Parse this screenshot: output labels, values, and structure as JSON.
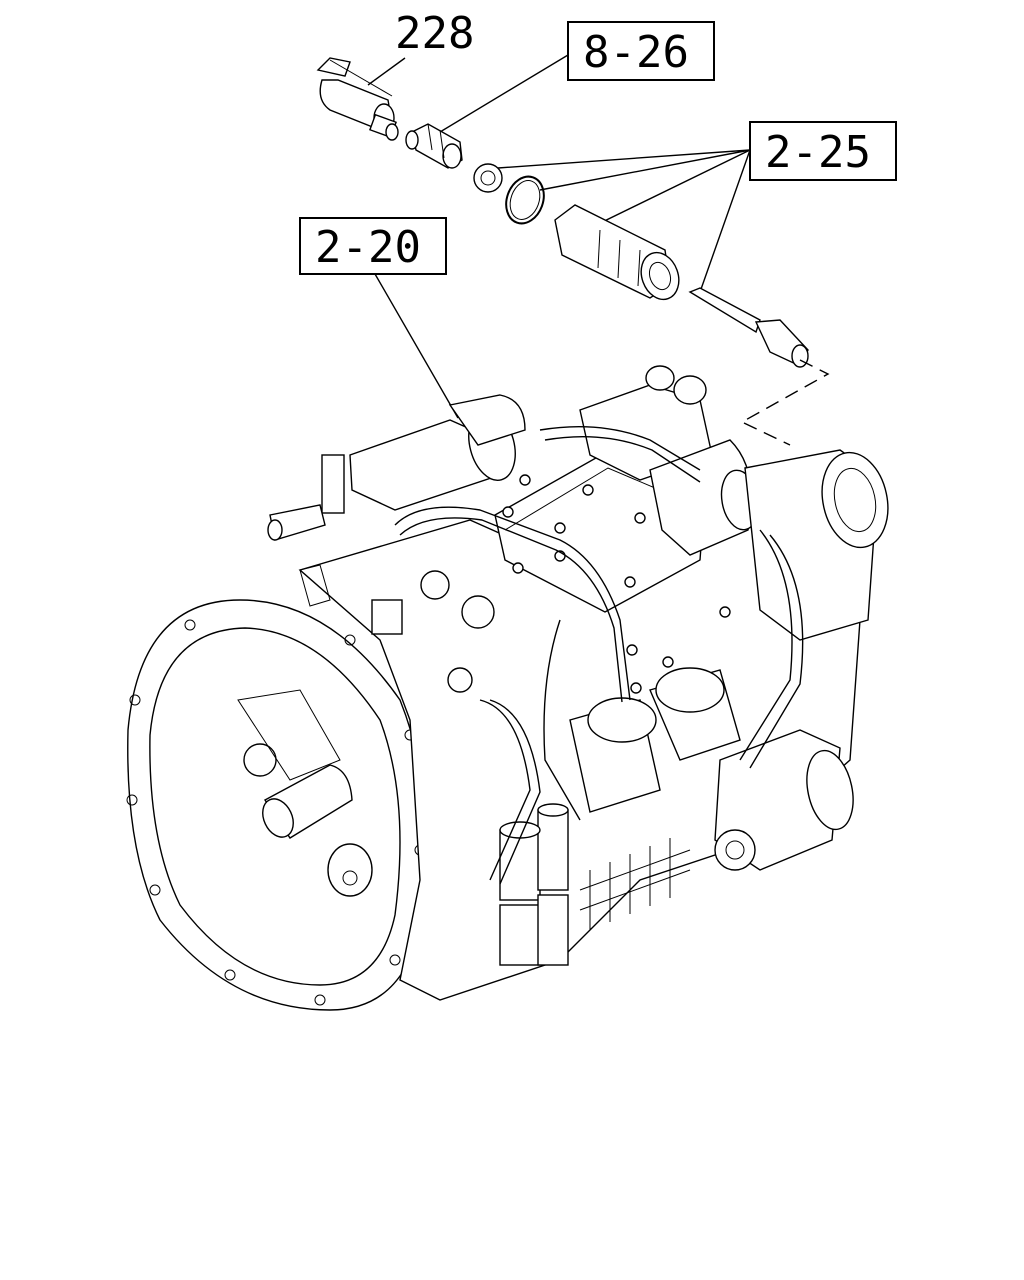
{
  "callouts": {
    "part_228": "228",
    "ref_8_26": "8-26",
    "ref_2_25": "2-25",
    "ref_2_20": "2-20"
  }
}
